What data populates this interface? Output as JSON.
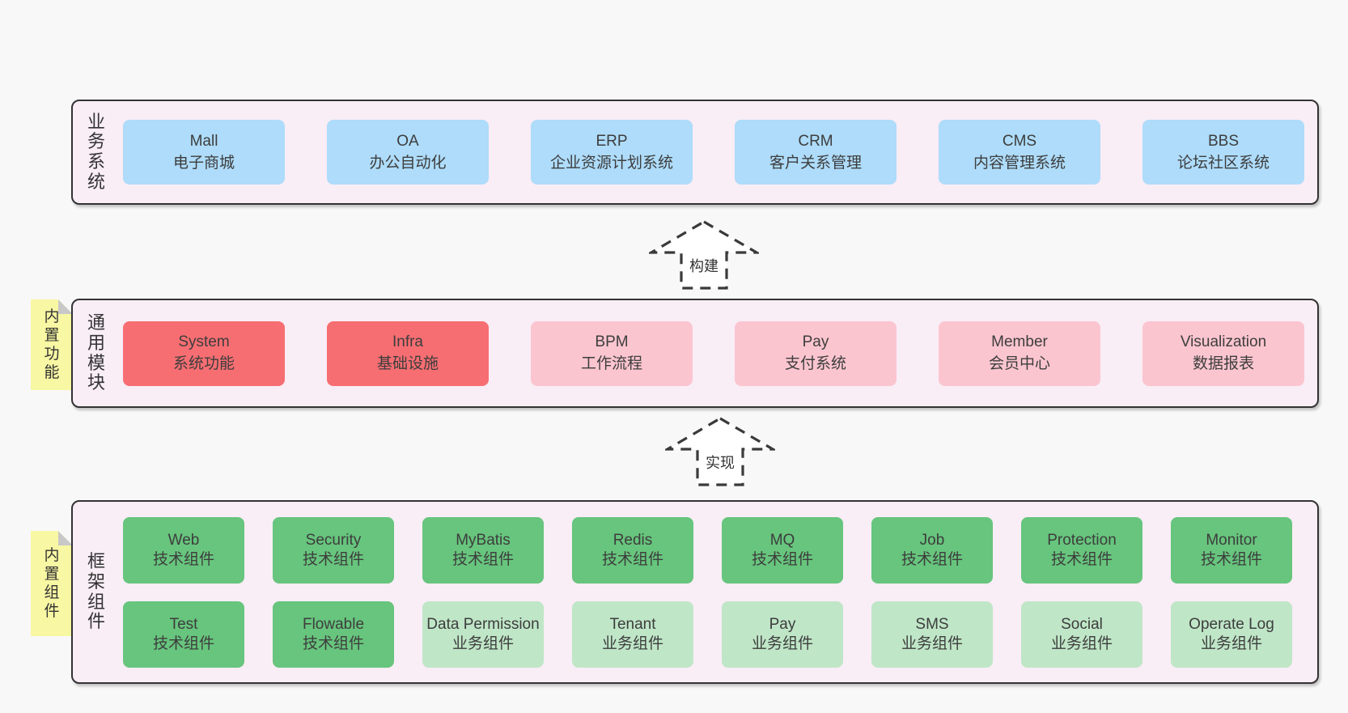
{
  "page": {
    "background": "#f8f8f8"
  },
  "colors": {
    "container_bg": "#f9edf6",
    "container_border": "#333333",
    "blue": "#aedcfa",
    "red": "#f76e72",
    "pink": "#fbc5cf",
    "green": "#67c57d",
    "light_green": "#bfe6c7",
    "note_bg": "#f8f7a3",
    "note_fold": "#c8c8c8",
    "text": "#3d3d3d",
    "arrow_stroke": "#3a3a3a"
  },
  "arrows": {
    "build": {
      "label": "构建"
    },
    "implement": {
      "label": "实现"
    }
  },
  "layers": {
    "business": {
      "side_label": "业务系统",
      "boxes": [
        {
          "name": "Mall",
          "sub": "电子商城",
          "color": "blue"
        },
        {
          "name": "OA",
          "sub": "办公自动化",
          "color": "blue"
        },
        {
          "name": "ERP",
          "sub": "企业资源计划系统",
          "color": "blue"
        },
        {
          "name": "CRM",
          "sub": "客户关系管理",
          "color": "blue"
        },
        {
          "name": "CMS",
          "sub": "内容管理系统",
          "color": "blue"
        },
        {
          "name": "BBS",
          "sub": "论坛社区系统",
          "color": "blue"
        }
      ]
    },
    "modules": {
      "side_label": "通用模块",
      "note": "内置功能",
      "boxes": [
        {
          "name": "System",
          "sub": "系统功能",
          "color": "red"
        },
        {
          "name": "Infra",
          "sub": "基础设施",
          "color": "red"
        },
        {
          "name": "BPM",
          "sub": "工作流程",
          "color": "pink"
        },
        {
          "name": "Pay",
          "sub": "支付系统",
          "color": "pink"
        },
        {
          "name": "Member",
          "sub": "会员中心",
          "color": "pink"
        },
        {
          "name": "Visualization",
          "sub": "数据报表",
          "color": "pink"
        }
      ]
    },
    "components": {
      "side_label": "框架组件",
      "note": "内置组件",
      "row1": [
        {
          "name": "Web",
          "sub": "技术组件",
          "color": "green"
        },
        {
          "name": "Security",
          "sub": "技术组件",
          "color": "green"
        },
        {
          "name": "MyBatis",
          "sub": "技术组件",
          "color": "green"
        },
        {
          "name": "Redis",
          "sub": "技术组件",
          "color": "green"
        },
        {
          "name": "MQ",
          "sub": "技术组件",
          "color": "green"
        },
        {
          "name": "Job",
          "sub": "技术组件",
          "color": "green"
        },
        {
          "name": "Protection",
          "sub": "技术组件",
          "color": "green"
        },
        {
          "name": "Monitor",
          "sub": "技术组件",
          "color": "green"
        }
      ],
      "row2": [
        {
          "name": "Test",
          "sub": "技术组件",
          "color": "green"
        },
        {
          "name": "Flowable",
          "sub": "技术组件",
          "color": "green"
        },
        {
          "name": "Data Permission",
          "sub": "业务组件",
          "color": "light_green"
        },
        {
          "name": "Tenant",
          "sub": "业务组件",
          "color": "light_green"
        },
        {
          "name": "Pay",
          "sub": "业务组件",
          "color": "light_green"
        },
        {
          "name": "SMS",
          "sub": "业务组件",
          "color": "light_green"
        },
        {
          "name": "Social",
          "sub": "业务组件",
          "color": "light_green"
        },
        {
          "name": "Operate Log",
          "sub": "业务组件",
          "color": "light_green"
        }
      ]
    }
  }
}
